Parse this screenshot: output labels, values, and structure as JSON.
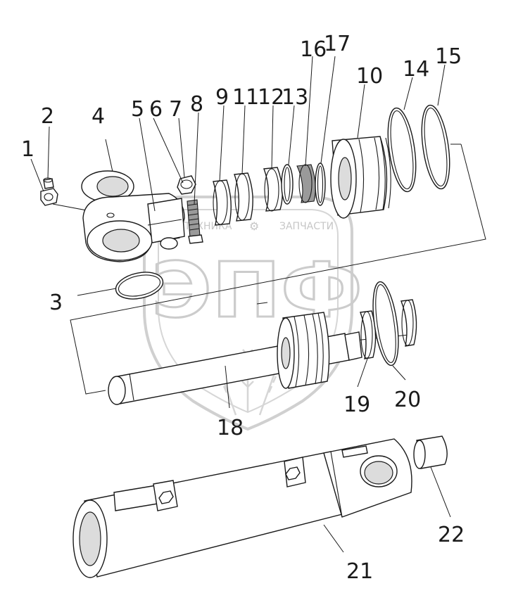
{
  "watermark": {
    "brand_left": "ТЕХНИКА",
    "brand_right": "ЗАПЧАСТИ",
    "monogram": "ЭПФ",
    "color": "#c4c4c4"
  },
  "callouts": {
    "c1": "1",
    "c2": "2",
    "c3": "3",
    "c4": "4",
    "c5": "5",
    "c6": "6",
    "c7": "7",
    "c8": "8",
    "c9": "9",
    "c11": "11",
    "c12": "12",
    "c13": "13",
    "c16": "16",
    "c17": "17",
    "c10": "10",
    "c14": "14",
    "c15": "15",
    "c18": "18",
    "c19": "19",
    "c20": "20",
    "c21": "21",
    "c22": "22"
  },
  "line_color": "#1a1a1a"
}
